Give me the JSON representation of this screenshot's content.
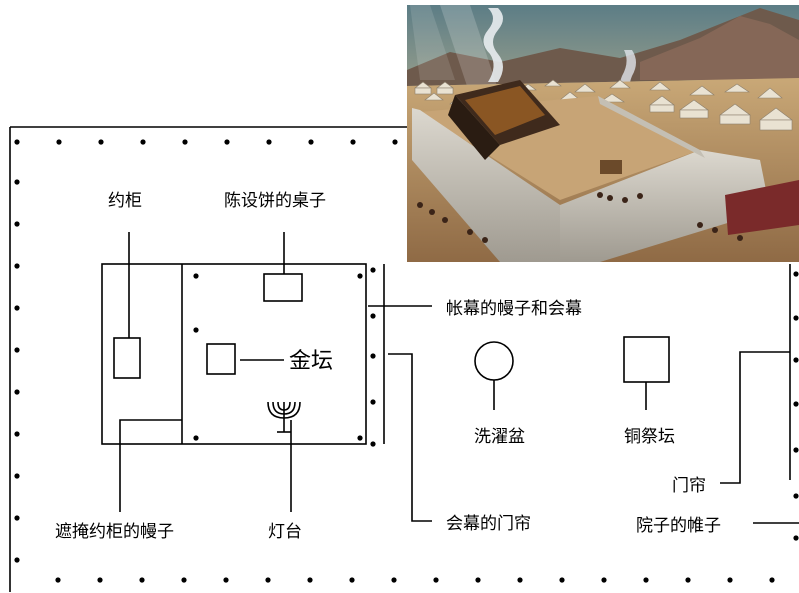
{
  "labels": {
    "ark": "约柜",
    "showbread_table": "陈设饼的桌子",
    "tent_curtain": "帐幕的幔子和会幕",
    "golden_altar": "金坛",
    "laver": "洗濯盆",
    "bronze_altar": "铜祭坛",
    "gate_curtain": "门帘",
    "veil": "遮掩约柜的幔子",
    "lampstand": "灯台",
    "tent_door": "会幕的门帘",
    "court_hangings": "院子的帷子"
  },
  "icons": {
    "lampstand": "menorah-icon",
    "illustration": "tabernacle-painting"
  }
}
